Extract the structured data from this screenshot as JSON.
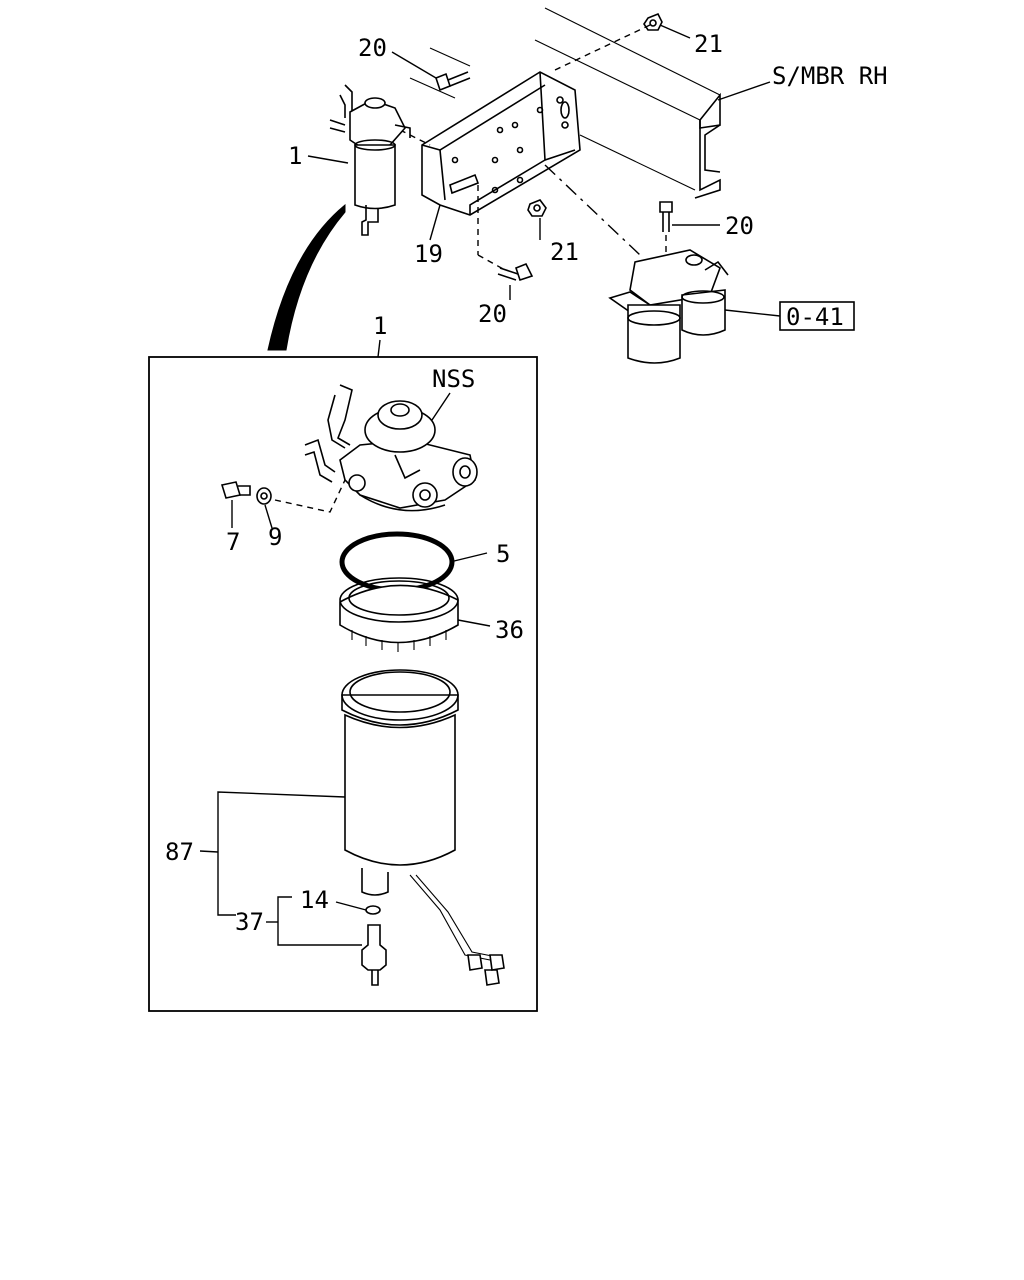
{
  "diagram": {
    "labels": {
      "bolt_top": "20",
      "nut_top": "21",
      "frame": "S/MBR RH",
      "filter_assy_small": "1",
      "bracket": "19",
      "nut_mid": "21",
      "bolt_right": "20",
      "bolt_lower": "20",
      "ref_box": "0-41",
      "filter_assy_detail": "1",
      "nss": "NSS",
      "plug": "7",
      "washer": "9",
      "o_ring": "5",
      "ring_nut": "36",
      "element": "87",
      "o_ring_small": "14",
      "sensor_set": "37"
    }
  }
}
